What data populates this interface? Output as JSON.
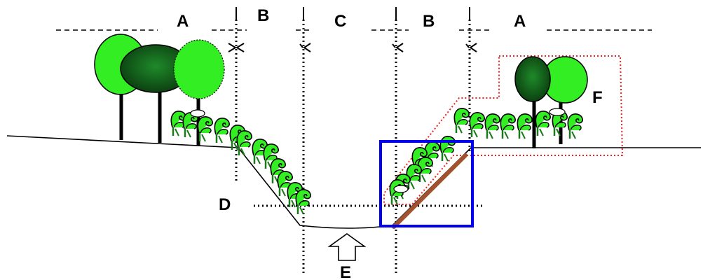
{
  "labels": {
    "zone_a_left": "A",
    "zone_b_left": "B",
    "zone_c": "C",
    "zone_b_right": "B",
    "zone_a_right": "A",
    "water_level": "D",
    "flow": "E",
    "restoration_area": "F"
  },
  "colors": {
    "leaf_light": "#33ee22",
    "leaf_dark": "#0a4a10",
    "trunk": "#000000",
    "bank_brace": "#a0522d",
    "highlight_box": "#0000ee",
    "dotted_outline": "#ee2222"
  },
  "icons": {
    "flow_arrow": "up-arrow-outline-icon",
    "zone_marker": "double-chevron-icon"
  }
}
